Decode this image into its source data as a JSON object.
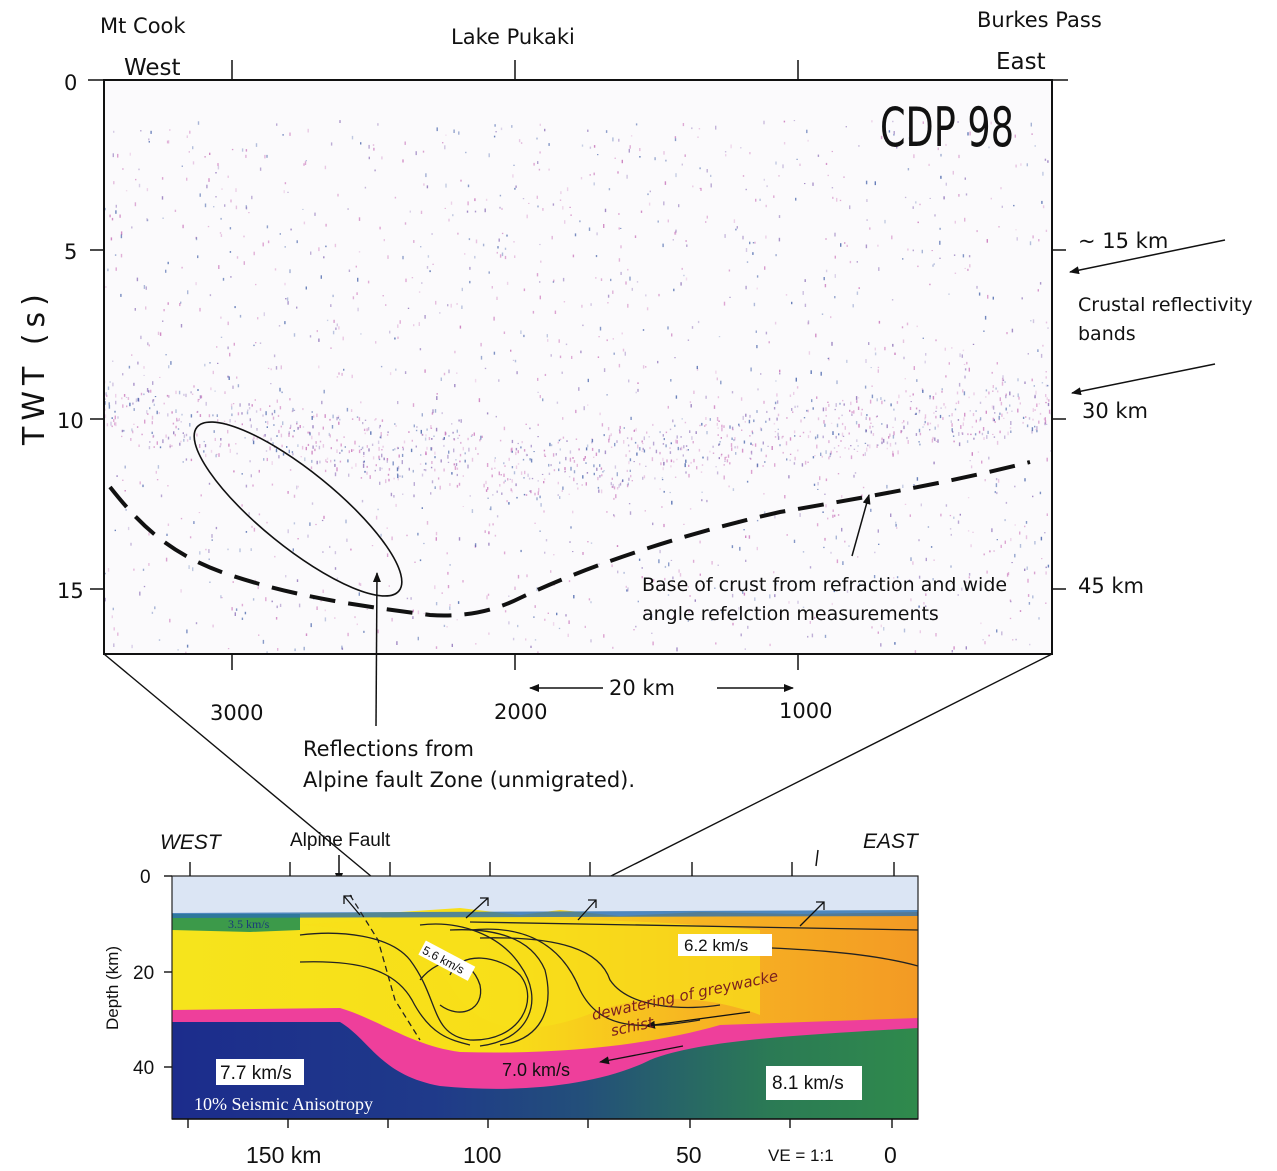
{
  "top_panel": {
    "locations": {
      "mt_cook": "Mt Cook",
      "lake_pukaki": "Lake Pukaki",
      "burkes_pass": "Burkes Pass",
      "west": "West",
      "east": "East"
    },
    "title": "CDP 98",
    "y_axis_label": "TWT (s)",
    "y_ticks": [
      "0",
      "5",
      "10",
      "15"
    ],
    "x_ticks": [
      "3000",
      "2000",
      "1000"
    ],
    "scale_bar": "20 km",
    "depth_labels": [
      "~ 15 km",
      "30 km",
      "45 km"
    ],
    "annotations": {
      "crustal_line1": "Crustal reflectivity",
      "crustal_line2": "bands",
      "base_crust_line1": "Base of crust from refraction and wide",
      "base_crust_line2": "angle refelction measurements",
      "reflections_line1": "Reflections from",
      "reflections_line2": "Alpine fault Zone  (unmigrated)."
    }
  },
  "bottom_panel": {
    "west": "WEST",
    "east": "EAST",
    "alpine_fault": "Alpine Fault",
    "y_axis_label": "Depth (km)",
    "y_ticks": [
      "0",
      "20",
      "40"
    ],
    "x_ticks": [
      "150 km",
      "100",
      "50",
      "0"
    ],
    "ve": "VE = 1:1",
    "velocities": {
      "v35": "3.5 km/s",
      "v56": "5.6 km/s",
      "v62": "6.2 km/s",
      "v77": "7.7 km/s",
      "v70": "7.0 km/s",
      "v81": "8.1 km/s"
    },
    "anisotropy": "10% Seismic Anisotropy",
    "dewatering_line1": "dewatering of greywacke",
    "dewatering_line2": "schist"
  },
  "colors": {
    "noise_magenta": "#c060b0",
    "noise_blue": "#3050a0",
    "layer_sky": "#d8e4f4",
    "layer_yellow": "#f6e21a",
    "layer_orange": "#f3a51e",
    "layer_pink": "#ee3f9b",
    "layer_navy": "#1d2f8f",
    "layer_green": "#2d8a4e"
  }
}
